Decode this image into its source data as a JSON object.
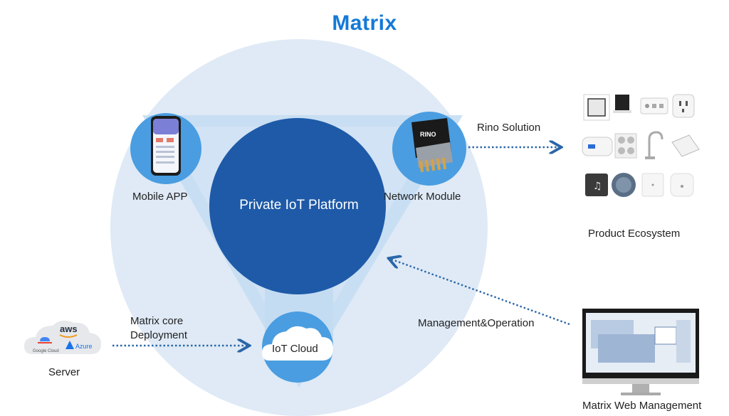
{
  "title": "Matrix",
  "platform": "Private IoT Platform",
  "nodes": {
    "mobile_app": "Mobile APP",
    "network_module": "Network Module",
    "iot_cloud": "IoT Cloud"
  },
  "connections": {
    "rino_solution": "Rino Solution",
    "deployment_line1": "Matrix core",
    "deployment_line2": "Deployment",
    "management": "Management&Operation"
  },
  "externals": {
    "product_ecosystem": "Product Ecosystem",
    "server": "Server",
    "web_management": "Matrix Web Management"
  },
  "logos": {
    "aws": "aws",
    "google_cloud": "Google Cloud",
    "azure": "Azure",
    "rino_chip": "RINO"
  },
  "colors": {
    "title": "#1479d8",
    "outer_circle": "#dfeaf6",
    "triangle": "#c4dcf2",
    "center": "#1e5aa8",
    "node": "#4a9de0",
    "arrow": "#2a66a8"
  }
}
